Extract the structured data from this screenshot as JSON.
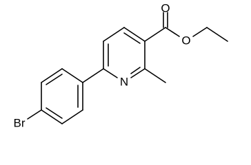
{
  "molecule": {
    "atoms": {
      "oxygen_carbonyl": "O",
      "oxygen_ester": "O",
      "nitrogen_ring": "N",
      "bromine": "Br"
    }
  },
  "colors": {
    "bond": "#000000",
    "background": "#ffffff"
  }
}
